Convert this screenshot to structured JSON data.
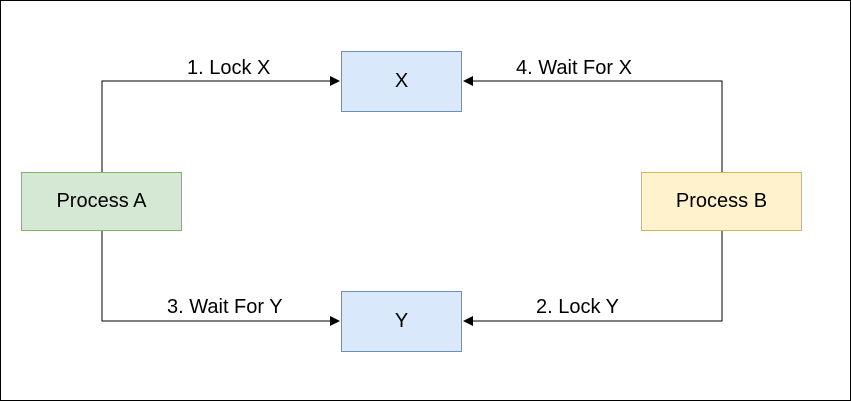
{
  "nodes": {
    "process_a": {
      "label": "Process A",
      "fill": "#d5e8d4",
      "stroke": "#82b366"
    },
    "process_b": {
      "label": "Process B",
      "fill": "#fff2cc",
      "stroke": "#d6b656"
    },
    "resource_x": {
      "label": "X",
      "fill": "#dae8fc",
      "stroke": "#6c8ebf"
    },
    "resource_y": {
      "label": "Y",
      "fill": "#dae8fc",
      "stroke": "#6c8ebf"
    }
  },
  "edges": [
    {
      "from": "process_a",
      "to": "resource_x",
      "label": "1. Lock X"
    },
    {
      "from": "process_b",
      "to": "resource_y",
      "label": "2. Lock Y"
    },
    {
      "from": "process_a",
      "to": "resource_y",
      "label": "3. Wait For Y"
    },
    {
      "from": "process_b",
      "to": "resource_x",
      "label": "4. Wait For X"
    }
  ]
}
